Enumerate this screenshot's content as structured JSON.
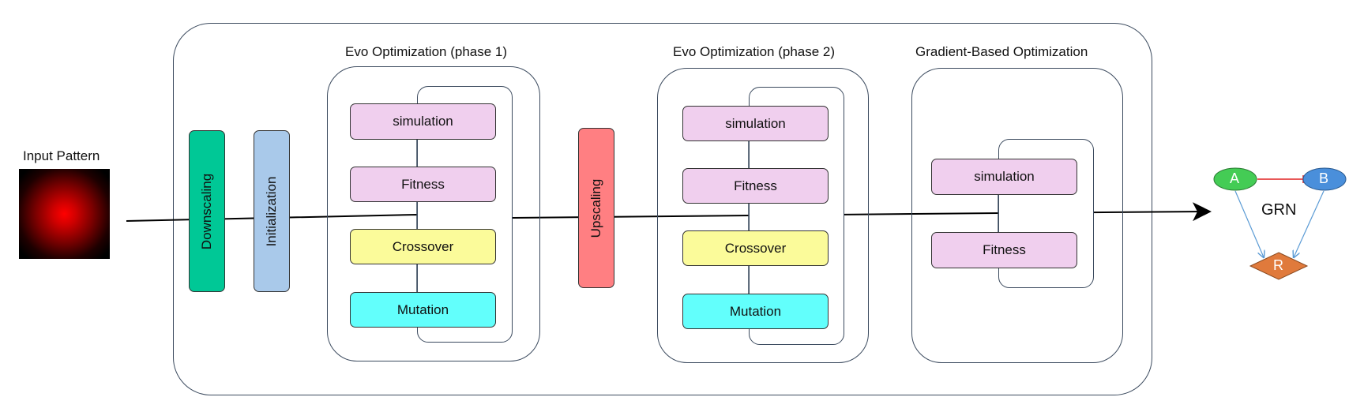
{
  "input": {
    "label": "Input Pattern"
  },
  "stages": {
    "downscaling": "Downscaling",
    "initialization": "Initialization",
    "upscaling": "Upscaling"
  },
  "phase1": {
    "title": "Evo Optimization (phase 1)",
    "simulation": "simulation",
    "fitness": "Fitness",
    "crossover": "Crossover",
    "mutation": "Mutation"
  },
  "phase2": {
    "title": "Evo Optimization (phase 2)",
    "simulation": "simulation",
    "fitness": "Fitness",
    "crossover": "Crossover",
    "mutation": "Mutation"
  },
  "gradient": {
    "title": "Gradient-Based Optimization",
    "simulation": "simulation",
    "fitness": "Fitness"
  },
  "grn": {
    "label": "GRN",
    "node_a": "A",
    "node_b": "B",
    "node_r": "R"
  },
  "colors": {
    "downscaling": "#00c896",
    "initialization": "#a9c9ea",
    "upscaling": "#ff7f82",
    "node_a": "#44cc55",
    "node_b": "#4a8fdb",
    "node_r": "#e07a3c",
    "inhibition": "#e02020",
    "activation": "#5b9bd5"
  }
}
